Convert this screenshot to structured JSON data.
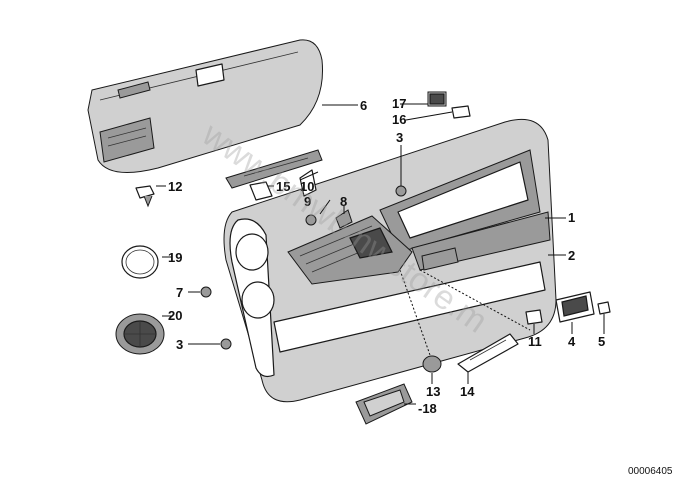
{
  "watermark": "www.bmwbmwstore.m",
  "doc_id": "00006405",
  "callouts": {
    "c1": "1",
    "c2": "2",
    "c3a": "3",
    "c3b": "3",
    "c4": "4",
    "c5": "5",
    "c6": "6",
    "c7": "7",
    "c8": "8",
    "c9": "9",
    "c10": "10",
    "c11": "11",
    "c12": "12",
    "c13": "13",
    "c14": "14",
    "c15": "15",
    "c16": "16",
    "c17": "17",
    "c18": "18",
    "c19": "19",
    "c20": "20"
  }
}
